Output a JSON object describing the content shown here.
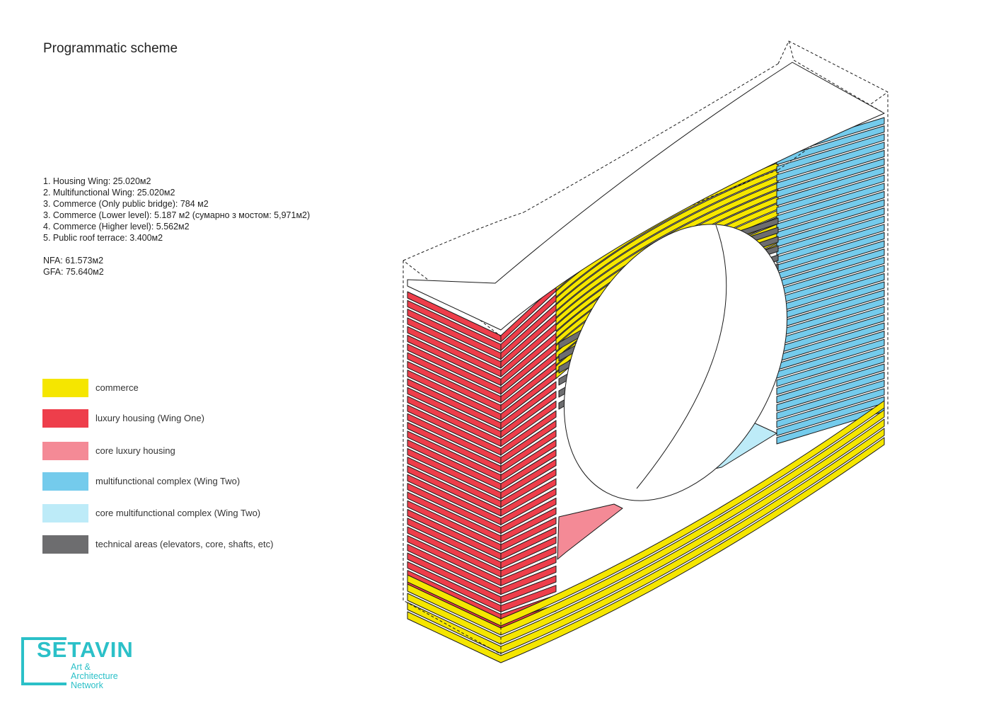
{
  "title": "Programmatic scheme",
  "stats": {
    "lines": [
      "1. Housing Wing: 25.020м2",
      "2. Multifunctional Wing: 25.020м2",
      "3. Commerce (Only public bridge): 784 м2",
      "3. Commerce (Lower level): 5.187 м2 (сумарно з мостом: 5,971м2)",
      "4. Commerce (Higher level): 5.562м2",
      "5. Public roof terrace: 3.400м2"
    ],
    "nfa": "NFA: 61.573м2",
    "gfa": "GFA: 75.640м2"
  },
  "legend": [
    {
      "label": "commerce",
      "color": "#f5e600"
    },
    {
      "label": "luxury housing (Wing One)",
      "color": "#ee3e4b"
    },
    {
      "label": "core luxury housing",
      "color": "#f48a96"
    },
    {
      "label": "multifunctional complex (Wing Two)",
      "color": "#74cbec"
    },
    {
      "label": "core multifunctional complex (Wing Two)",
      "color": "#bdebf8"
    },
    {
      "label": "technical areas (elevators, core, shafts, etc)",
      "color": "#6d6d6f"
    }
  ],
  "colors": {
    "commerce": "#f5e600",
    "housing": "#ee3e4b",
    "core_housing": "#f48a96",
    "multifunctional": "#74cbec",
    "core_multifunctional": "#bdebf8",
    "technical": "#6d6d6f",
    "outline": "#1a1a1a",
    "brand": "#2bc0c8"
  },
  "logo": {
    "word": "SETAVIN",
    "sub1": "Art &",
    "sub2": "Architecture",
    "sub3": "Network"
  }
}
